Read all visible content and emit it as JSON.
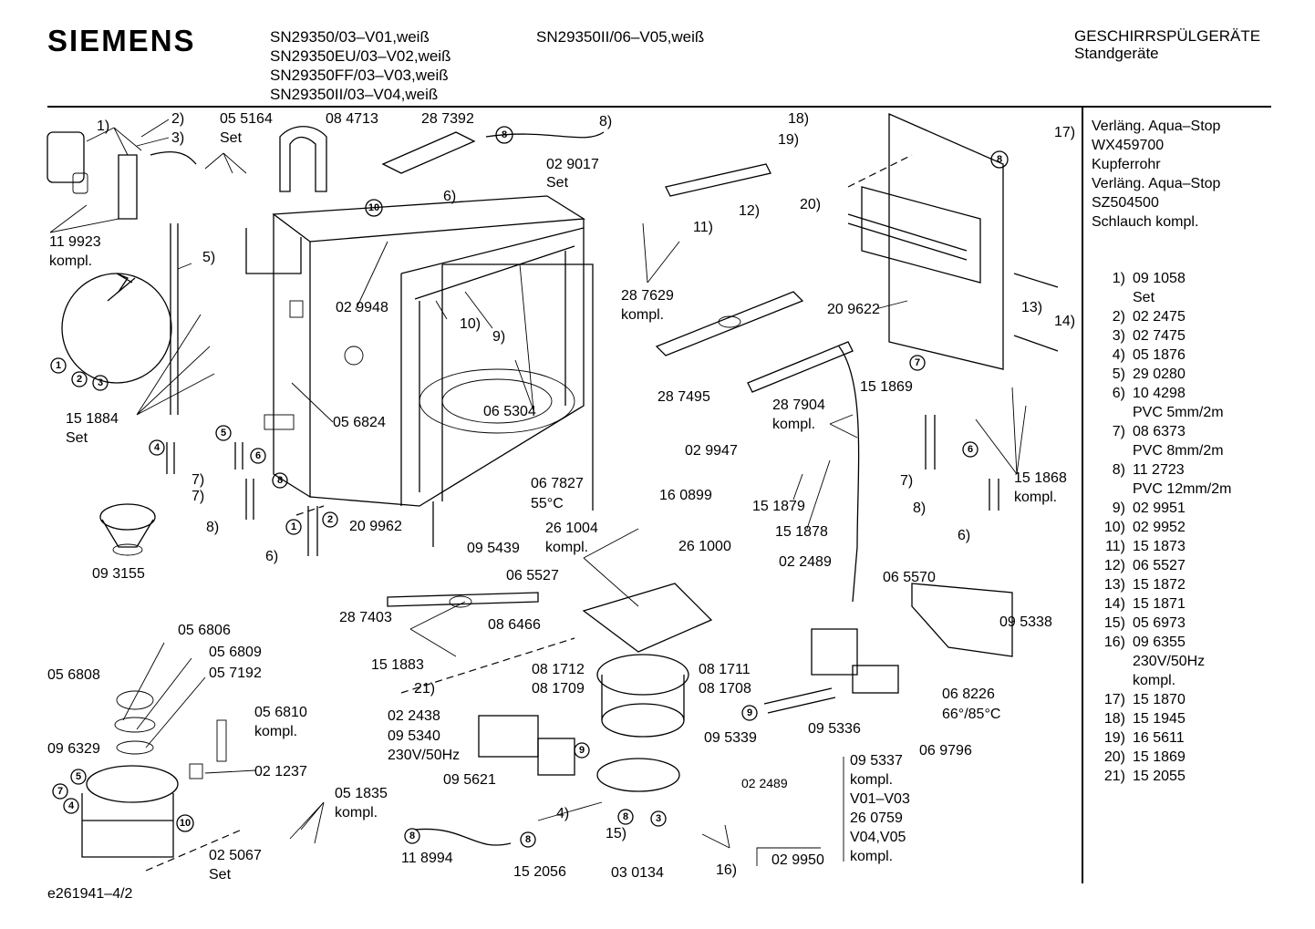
{
  "header": {
    "brand": "SIEMENS",
    "models_left": [
      "SN29350/03–V01,weiß",
      "SN29350EU/03–V02,weiß",
      "SN29350FF/03–V03,weiß",
      "SN29350II/03–V04,weiß"
    ],
    "models_right": [
      "SN29350II/06–V05,weiß"
    ],
    "category": "GESCHIRRSPÜLGERÄTE",
    "subcategory": "Standgeräte"
  },
  "side_notes": [
    "Verläng. Aqua–Stop",
    "WX459700",
    "Kupferrohr",
    "Verläng. Aqua–Stop",
    "SZ504500",
    "Schlauch kompl."
  ],
  "legend": [
    {
      "num": "1)",
      "part": "09 1058"
    },
    {
      "num": "",
      "part": "Set"
    },
    {
      "num": "2)",
      "part": "02 2475"
    },
    {
      "num": "3)",
      "part": "02 7475"
    },
    {
      "num": "4)",
      "part": "05 1876"
    },
    {
      "num": "5)",
      "part": "29 0280"
    },
    {
      "num": "6)",
      "part": "10 4298"
    },
    {
      "num": "",
      "part": "PVC 5mm/2m"
    },
    {
      "num": "7)",
      "part": "08 6373"
    },
    {
      "num": "",
      "part": "PVC 8mm/2m"
    },
    {
      "num": "8)",
      "part": "11 2723"
    },
    {
      "num": "",
      "part": "PVC 12mm/2m"
    },
    {
      "num": "9)",
      "part": "02 9951"
    },
    {
      "num": "10)",
      "part": "02 9952"
    },
    {
      "num": "11)",
      "part": "15 1873"
    },
    {
      "num": "12)",
      "part": "06 5527"
    },
    {
      "num": "13)",
      "part": "15 1872"
    },
    {
      "num": "14)",
      "part": "15 1871"
    },
    {
      "num": "15)",
      "part": "05 6973"
    },
    {
      "num": "16)",
      "part": "09 6355"
    },
    {
      "num": "",
      "part": "230V/50Hz"
    },
    {
      "num": "",
      "part": "kompl."
    },
    {
      "num": "17)",
      "part": "15 1870"
    },
    {
      "num": "18)",
      "part": "15 1945"
    },
    {
      "num": "19)",
      "part": "16 5611"
    },
    {
      "num": "20)",
      "part": "15 1869"
    },
    {
      "num": "21)",
      "part": "15 2055"
    }
  ],
  "diagram_labels": {
    "l_1": "1)",
    "l_2": "2)",
    "l_3": "3)",
    "l_055164": "05 5164",
    "l_set1": "Set",
    "l_084713": "08 4713",
    "l_287392": "28 7392",
    "l_8a": "8)",
    "l_029017": "02 9017",
    "l_set2": "Set",
    "l_6a": "6)",
    "l_119923": "11 9923",
    "l_kompl1": "kompl.",
    "l_5": "5)",
    "l_029948": "02 9948",
    "l_10": "10)",
    "l_9": "9)",
    "l_151884": "15 1884",
    "l_set3": "Set",
    "l_056824": "05 6824",
    "l_065304": "06 5304",
    "l_7a": "7)",
    "l_7b": "7)",
    "l_8b": "8)",
    "l_6b": "6)",
    "l_209962": "20 9962",
    "l_093155": "09 3155",
    "l_067827": "06 7827",
    "l_55c": "55°C",
    "l_095439": "09 5439",
    "l_18": "18)",
    "l_19": "19)",
    "l_20": "20)",
    "l_17": "17)",
    "l_12": "12)",
    "l_11": "11)",
    "l_287629": "28 7629",
    "l_kompl2": "kompl.",
    "l_287495": "28 7495",
    "l_209622": "20 9622",
    "l_13": "13)",
    "l_14": "14)",
    "l_029947": "02 9947",
    "l_287904": "28 7904",
    "l_kompl3": "kompl.",
    "l_151869": "15 1869",
    "l_151879": "15 1879",
    "l_151878": "15 1878",
    "l_7c": "7)",
    "l_8c": "8)",
    "l_6c": "6)",
    "l_151868": "15 1868",
    "l_kompl4": "kompl.",
    "l_160899": "16 0899",
    "l_261004": "26 1004",
    "l_kompl5": "kompl.",
    "l_261000": "26 1000",
    "l_065527": "06 5527",
    "l_022489a": "02 2489",
    "l_065570": "06 5570",
    "l_095338": "09 5338",
    "l_287403": "28 7403",
    "l_086466": "08 6466",
    "l_151883": "15 1883",
    "l_21": "21)",
    "l_081712": "08 1712",
    "l_081711": "08 1711",
    "l_081709": "08 1709",
    "l_081708": "08 1708",
    "l_068226": "06 8226",
    "l_6685": "66°/85°C",
    "l_022438": "02 2438",
    "l_095340": "09 5340",
    "l_230v": "230V/50Hz",
    "l_095339": "09 5339",
    "l_095336": "09 5336",
    "l_095621": "09 5621",
    "l_069796": "06 9796",
    "l_056806": "05 6806",
    "l_056809": "05 6809",
    "l_056808": "05 6808",
    "l_057192": "05 7192",
    "l_056810": "05 6810",
    "l_kompl6": "kompl.",
    "l_096329": "09 6329",
    "l_021237": "02 1237",
    "l_051835": "05 1835",
    "l_kompl7": "kompl.",
    "l_022489b": "02 2489",
    "l_4": "4)",
    "l_15": "15)",
    "l_118994": "11 8994",
    "l_152056": "15 2056",
    "l_030134": "03 0134",
    "l_16": "16)",
    "l_029950": "02 9950",
    "l_095337": "09 5337",
    "l_kompl8": "kompl.",
    "l_v01v03": "V01–V03",
    "l_260759": "26 0759",
    "l_v04v05": "V04,V05",
    "l_kompl9": "kompl.",
    "l_025067": "02 5067",
    "l_set4": "Set"
  },
  "document_id": "e261941–4/2"
}
